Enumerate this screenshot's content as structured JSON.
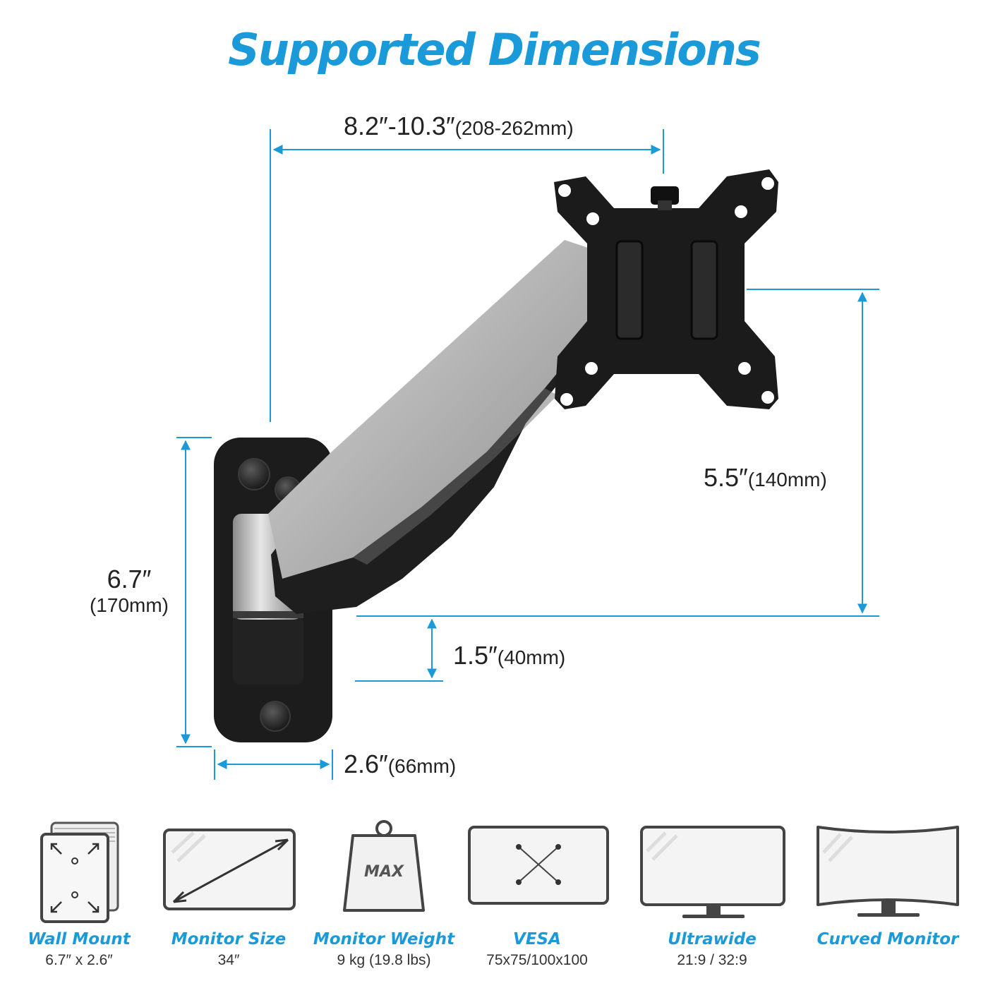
{
  "title": "Supported Dimensions",
  "colors": {
    "accent": "#1a9ad9",
    "mount_black": "#1c1c1c",
    "arm_silver": "#b8b8b8"
  },
  "dimensions": {
    "arm_length": {
      "main": "8.2″-10.3″",
      "metric": "(208-262mm)"
    },
    "tilt_height": {
      "main": "5.5″",
      "metric": "(140mm)"
    },
    "plate_height": {
      "main": "6.7″",
      "metric": "(170mm)"
    },
    "pole_offset": {
      "main": "1.5″",
      "metric": "(40mm)"
    },
    "plate_width": {
      "main": "2.6″",
      "metric": "(66mm)"
    }
  },
  "features": [
    {
      "name": "Wall Mount",
      "value": "6.7″ x 2.6″",
      "icon": "wall-mount-icon"
    },
    {
      "name": "Monitor Size",
      "value": "34″",
      "icon": "monitor-size-icon"
    },
    {
      "name": "Monitor Weight",
      "value": "9 kg (19.8 lbs)",
      "icon": "weight-icon",
      "icon_text": "MAX"
    },
    {
      "name": "VESA",
      "value": "75x75/100x100",
      "icon": "vesa-icon"
    },
    {
      "name": "Ultrawide",
      "value": "21:9 / 32:9",
      "icon": "ultrawide-monitor-icon"
    },
    {
      "name": "Curved Monitor",
      "value": "",
      "icon": "curved-monitor-icon"
    }
  ]
}
